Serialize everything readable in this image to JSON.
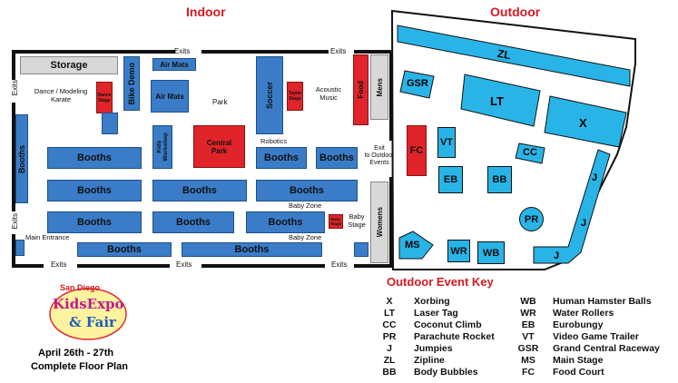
{
  "titles": {
    "indoor": "Indoor",
    "outdoor": "Outdoor"
  },
  "indoor": {
    "exits_top_1": "Exits",
    "exits_top_2": "Exits",
    "exits_left_1": "Exits",
    "exits_left_2": "Exits",
    "exits_bottom_1": "Exits",
    "exits_bottom_2": "Exits",
    "exits_bottom_3": "Exits",
    "storage": "Storage",
    "dance": "Dance / Modeling\nKarate",
    "dance_stage": "Dance\nStage",
    "bike_demo": "Bike Demo",
    "air_mats_top": "Air Mats",
    "air_mats_mid": "Air Mats",
    "park": "Park",
    "soccer": "Soccer",
    "taylor_stage": "Tayler\nStage",
    "acoustic": "Acoustic\nMusic",
    "food": "Food",
    "mens": "Mens",
    "womens": "Womens",
    "kids_workshop": "Kids\nWorkshop",
    "central_park": "Central\nPark",
    "robotics": "Robotics",
    "exit_outdoor": "Exit\nto Outdoor\nEvents",
    "booths_left": "Booths",
    "booths": "Booths",
    "baby_zone_1": "Baby Zone",
    "baby_zone_2": "Baby Zone",
    "baby_stage_small": "Baby\nStage",
    "baby_stage": "Baby\nStage",
    "main_entrance": "Main Entrance"
  },
  "outdoor": {
    "zl": "ZL",
    "gsr": "GSR",
    "lt": "LT",
    "x": "X",
    "fc": "FC",
    "vt": "VT",
    "cc": "CC",
    "eb": "EB",
    "bb": "BB",
    "j1": "J",
    "j2": "J",
    "j3": "J",
    "pr": "PR",
    "ms": "MS",
    "wr": "WR",
    "wb": "WB"
  },
  "key": {
    "title": "Outdoor Event Key",
    "left": [
      {
        "code": "X",
        "name": "Xorbing"
      },
      {
        "code": "LT",
        "name": "Laser Tag"
      },
      {
        "code": "CC",
        "name": "Coconut Climb"
      },
      {
        "code": "PR",
        "name": "Parachute Rocket"
      },
      {
        "code": "J",
        "name": "Jumpies"
      },
      {
        "code": "ZL",
        "name": "Zipline"
      },
      {
        "code": "BB",
        "name": "Body Bubbles"
      }
    ],
    "right": [
      {
        "code": "WB",
        "name": "Human Hamster Balls"
      },
      {
        "code": "WR",
        "name": "Water Rollers"
      },
      {
        "code": "EB",
        "name": "Eurobungy"
      },
      {
        "code": "VT",
        "name": "Video Game Trailer"
      },
      {
        "code": "GSR",
        "name": "Grand Central Raceway"
      },
      {
        "code": "MS",
        "name": "Main Stage"
      },
      {
        "code": "FC",
        "name": "Food Court"
      }
    ]
  },
  "logo": {
    "line1": "San Diego",
    "line2": "KidsExpo",
    "line3": "& Fair"
  },
  "footer": {
    "dates": "April 26th - 27th",
    "subtitle": "Complete Floor Plan"
  },
  "colors": {
    "booth": "#3a7cc7",
    "outdoor": "#29b4e8",
    "stage": "#e0242a",
    "title": "#d71920"
  }
}
